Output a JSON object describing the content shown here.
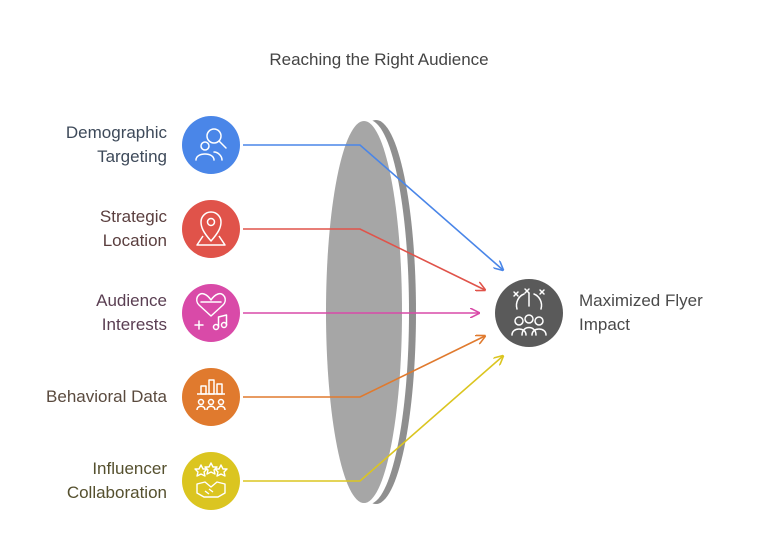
{
  "title": "Reaching the Right Audience",
  "inputs": [
    {
      "label": "Demographic\nTargeting",
      "icon": "user-search-icon",
      "color": "#4a86e8"
    },
    {
      "label": "Strategic\nLocation",
      "icon": "map-pin-icon",
      "color": "#e0534a"
    },
    {
      "label": "Audience\nInterests",
      "icon": "heart-music-icon",
      "color": "#d94aa8"
    },
    {
      "label": "Behavioral Data",
      "icon": "bar-chart-people-icon",
      "color": "#e07a2e"
    },
    {
      "label": "Influencer\nCollaboration",
      "icon": "stars-handshake-icon",
      "color": "#dbc520"
    }
  ],
  "output": {
    "label": "Maximized Flyer\nImpact",
    "icon": "celebrating-group-icon",
    "color": "#5a5a5a"
  },
  "lens_color": "#a6a6a6"
}
